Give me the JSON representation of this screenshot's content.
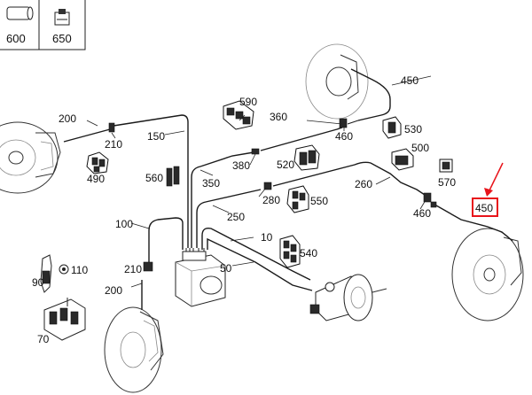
{
  "diagram": {
    "thumbnails": [
      {
        "id": "600",
        "label": "600"
      },
      {
        "id": "650",
        "label": "650"
      }
    ],
    "labels": {
      "p450_top": "450",
      "p200_left": "200",
      "p210_left": "210",
      "p150": "150",
      "p490": "490",
      "p590": "590",
      "p360": "360",
      "p460_top": "460",
      "p530": "530",
      "p500": "500",
      "p380": "380",
      "p520": "520",
      "p560": "560",
      "p350": "350",
      "p570": "570",
      "p260": "260",
      "p280": "280",
      "p550": "550",
      "p460_mid": "460",
      "p450_hl": "450",
      "p250": "250",
      "p100": "100",
      "p10": "10",
      "p540": "540",
      "p210_low": "210",
      "p50": "50",
      "p110": "110",
      "p90": "90",
      "p200_low": "200",
      "p70": "70"
    },
    "highlight_color": "#e8141b"
  }
}
